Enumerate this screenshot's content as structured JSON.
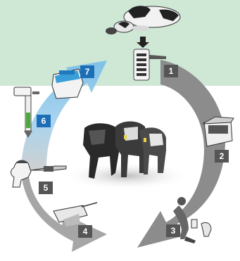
{
  "colors": {
    "background_top": "#cfe7d5",
    "arrow_gray": "#8c8c8c",
    "arrow_blue": "#7ec0e8",
    "badge_gray": "#555555",
    "badge_blue": "#1c6fb6"
  },
  "steps": [
    {
      "number": "1",
      "icon": "milk-sampling-meter-icon",
      "color": "gray"
    },
    {
      "number": "2",
      "icon": "sample-cooler-box-icon",
      "color": "gray"
    },
    {
      "number": "3",
      "icon": "calf-feeding-person-icon",
      "color": "gray"
    },
    {
      "number": "4",
      "icon": "feeding-bucket-icon",
      "color": "gray"
    },
    {
      "number": "5",
      "icon": "oral-drench-tube-icon",
      "color": "gray"
    },
    {
      "number": "6",
      "icon": "colostrum-dispenser-icon",
      "color": "blue"
    },
    {
      "number": "7",
      "icon": "colostrum-thaw-bath-icon",
      "color": "blue"
    }
  ]
}
